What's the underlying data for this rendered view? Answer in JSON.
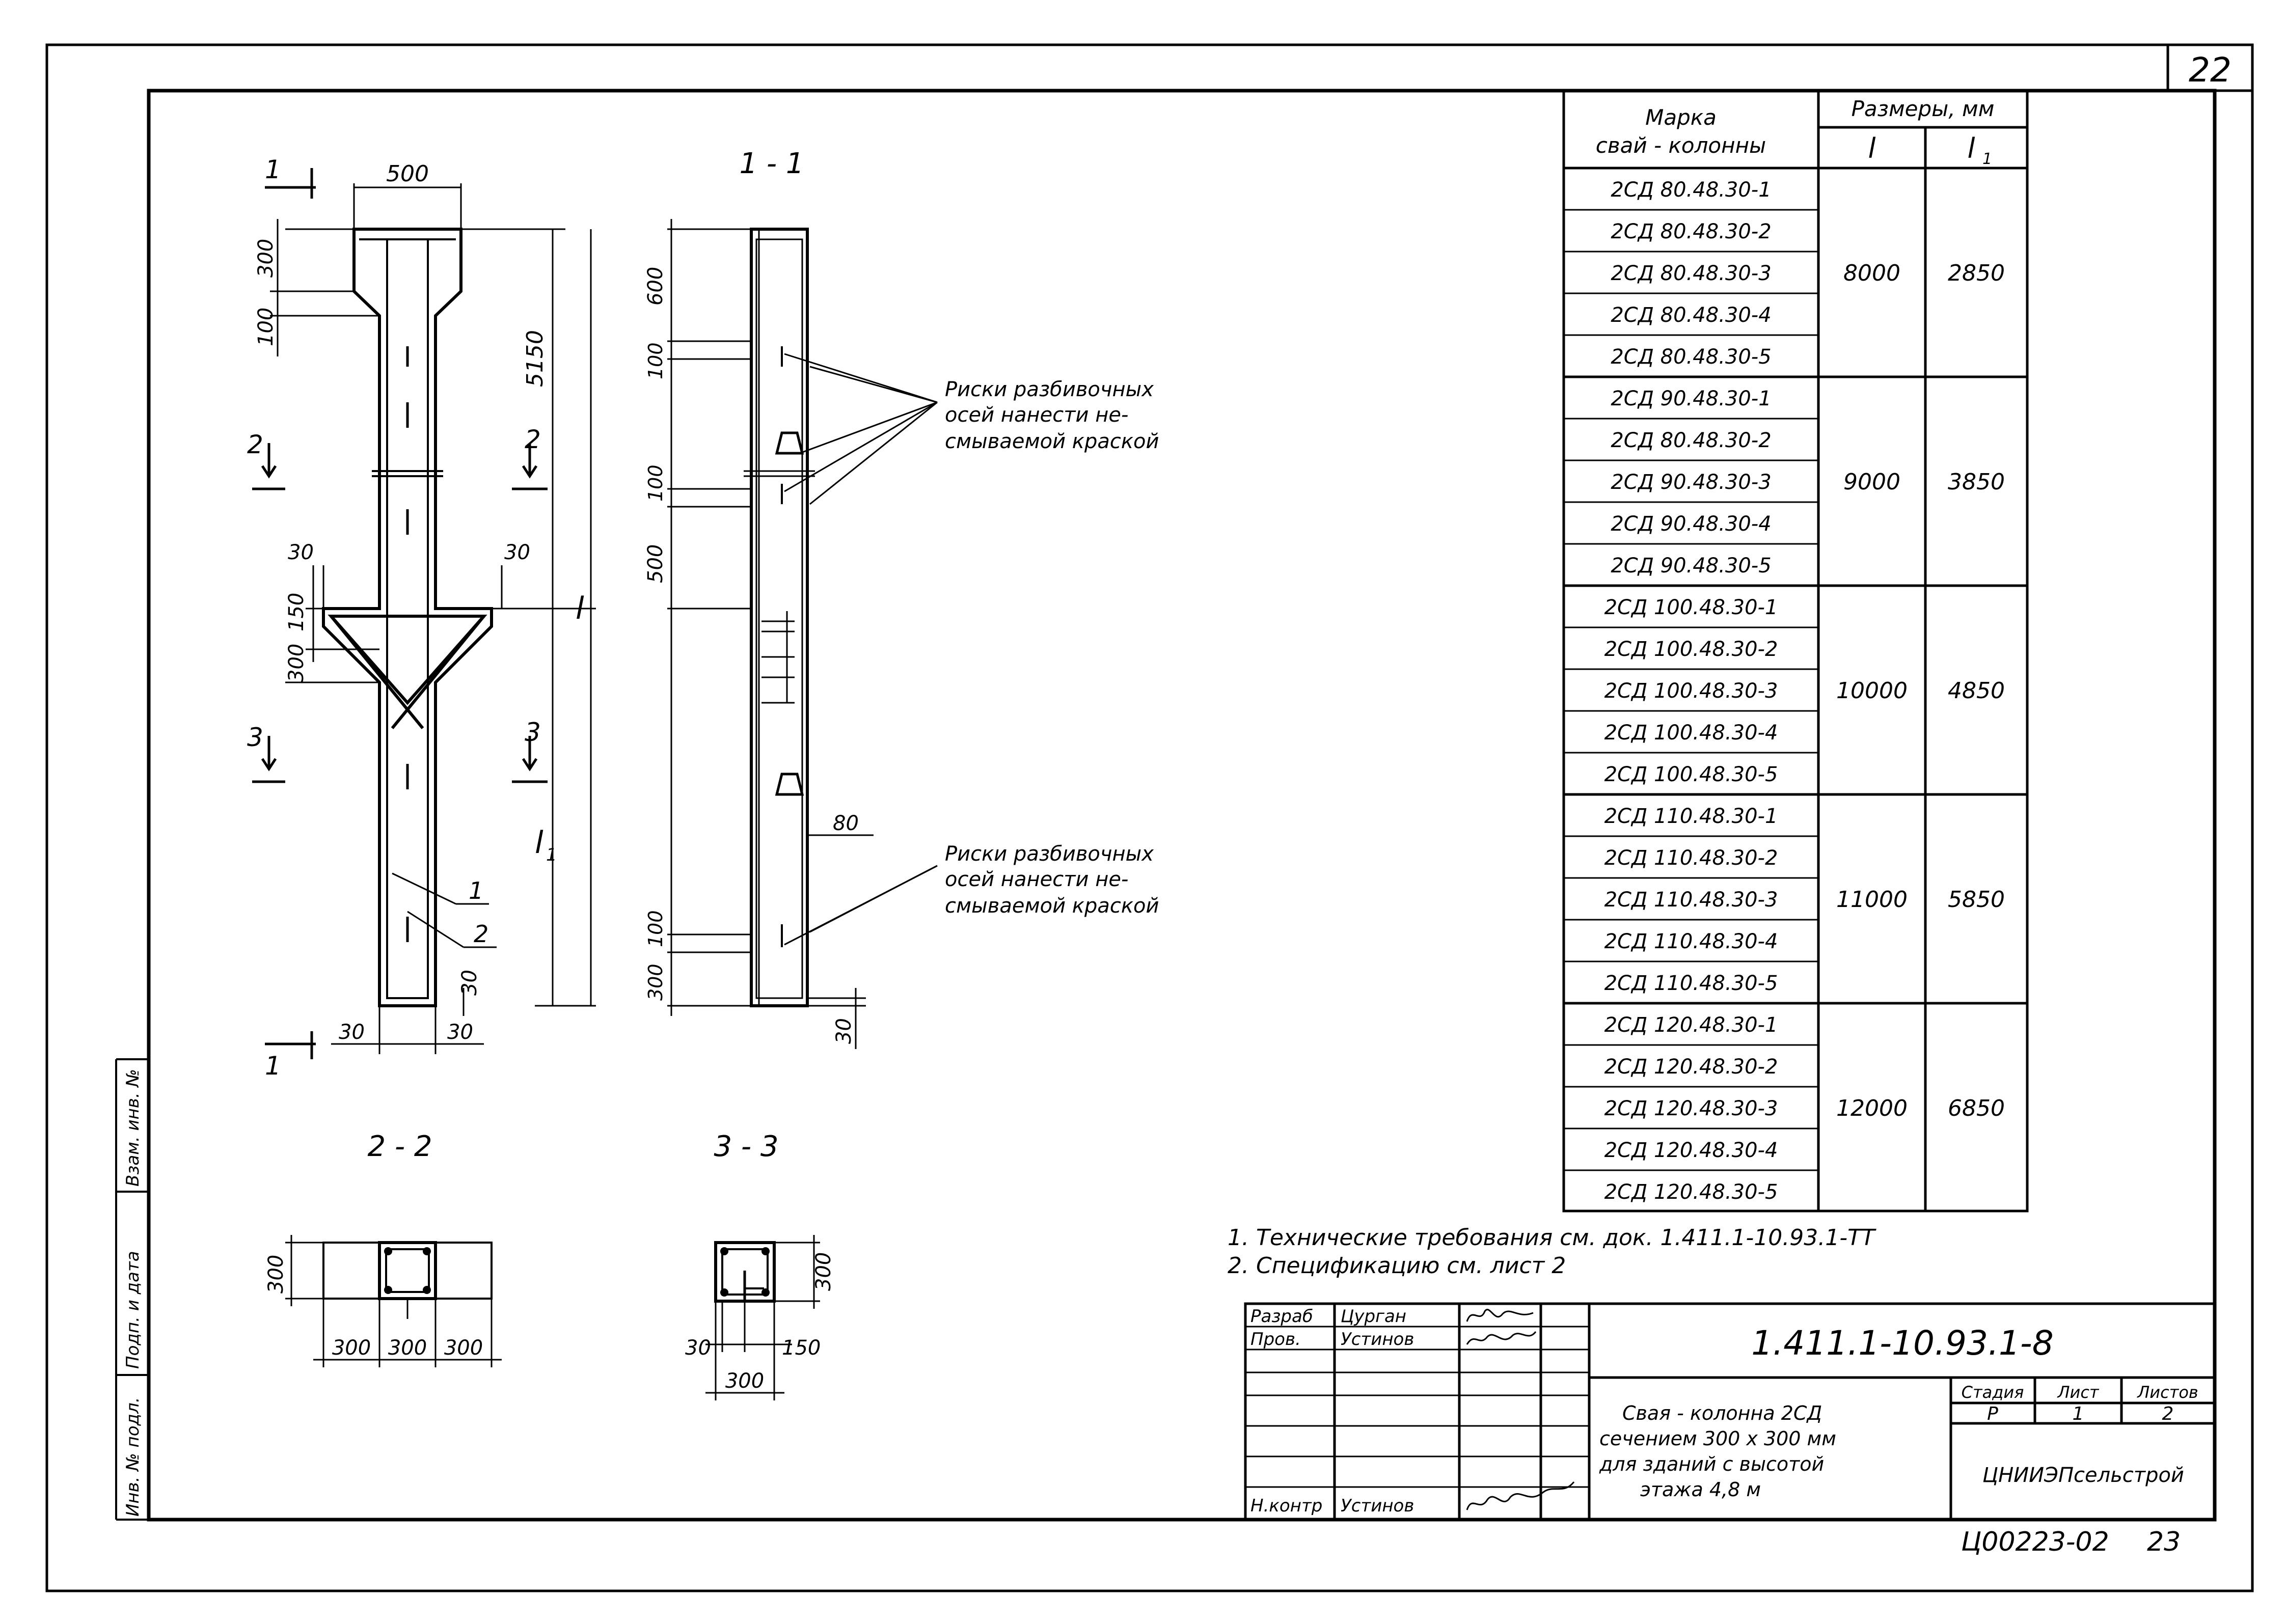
{
  "page_number": "22",
  "sections": {
    "s11": "1 - 1",
    "s22": "2 - 2",
    "s33": "3 - 3",
    "mark1": "1",
    "mark2": "2",
    "mark3": "3"
  },
  "dims": {
    "w500": "500",
    "d300a": "300",
    "d100a": "100",
    "d5150": "5150",
    "d30l": "30",
    "d30r": "30",
    "d150": "150",
    "d300b": "300",
    "l": "l",
    "l1": "l",
    "l1sub": "1",
    "b30a": "30",
    "b30b": "30",
    "b30c": "30",
    "s600": "600",
    "s100a": "100",
    "s100b": "100",
    "s500": "500",
    "s80": "80",
    "s100c": "100",
    "s300": "300",
    "s30": "30",
    "c22_300v": "300",
    "c22_300a": "300",
    "c22_300b": "300",
    "c22_300c": "300",
    "c33_300v": "300",
    "c33_30": "30",
    "c33_150": "150",
    "c33_300": "300"
  },
  "callouts": {
    "one": "1",
    "two": "2",
    "notice_lines": [
      "Риски разбивочных",
      "осей нанести не-",
      "смываемой краской"
    ]
  },
  "table": {
    "header_mark": [
      "Марка",
      "свай - колонны"
    ],
    "header_sizes": "Размеры, мм",
    "col_l": "l",
    "col_l1": "l",
    "col_l1_sub": "1",
    "groups": [
      {
        "rows": [
          "2СД 80.48.30-1",
          "2СД 80.48.30-2",
          "2СД 80.48.30-3",
          "2СД 80.48.30-4",
          "2СД 80.48.30-5"
        ],
        "l": "8000",
        "l1": "2850"
      },
      {
        "rows": [
          "2СД 90.48.30-1",
          "2СД 80.48.30-2",
          "2СД 90.48.30-3",
          "2СД 90.48.30-4",
          "2СД 90.48.30-5"
        ],
        "l": "9000",
        "l1": "3850"
      },
      {
        "rows": [
          "2СД 100.48.30-1",
          "2СД 100.48.30-2",
          "2СД 100.48.30-3",
          "2СД 100.48.30-4",
          "2СД 100.48.30-5"
        ],
        "l": "10000",
        "l1": "4850"
      },
      {
        "rows": [
          "2СД 110.48.30-1",
          "2СД 110.48.30-2",
          "2СД 110.48.30-3",
          "2СД 110.48.30-4",
          "2СД 110.48.30-5"
        ],
        "l": "11000",
        "l1": "5850"
      },
      {
        "rows": [
          "2СД 120.48.30-1",
          "2СД 120.48.30-2",
          "2СД 120.48.30-3",
          "2СД 120.48.30-4",
          "2СД 120.48.30-5"
        ],
        "l": "12000",
        "l1": "6850"
      }
    ]
  },
  "notes": [
    "1. Технические требования см. док. 1.411.1-10.93.1-ТТ",
    "2. Спецификацию см. лист 2"
  ],
  "title_block": {
    "doc_code": "1.411.1-10.93.1-8",
    "roles": [
      {
        "role": "Разраб",
        "name": "Цурган"
      },
      {
        "role": "Пров.",
        "name": "Устинов"
      },
      {
        "role": "",
        "name": ""
      },
      {
        "role": "",
        "name": ""
      },
      {
        "role": "",
        "name": ""
      },
      {
        "role": "",
        "name": ""
      },
      {
        "role": "Н.контр",
        "name": "Устинов"
      }
    ],
    "description": [
      "Свая - колонна 2СД",
      "сечением 300 х 300 мм",
      "для зданий с высотой",
      "этажа 4,8 м"
    ],
    "stage_label": "Стадия",
    "sheet_label": "Лист",
    "sheets_label": "Листов",
    "stage": "Р",
    "sheet": "1",
    "sheets": "2",
    "org": "ЦНИИЭПсельстрой"
  },
  "side_stamp": [
    "Инв. № подл.",
    "Подп. и дата",
    "Взам. инв. №"
  ],
  "bottom_code": "Ц00223-02",
  "bottom_page": "23"
}
